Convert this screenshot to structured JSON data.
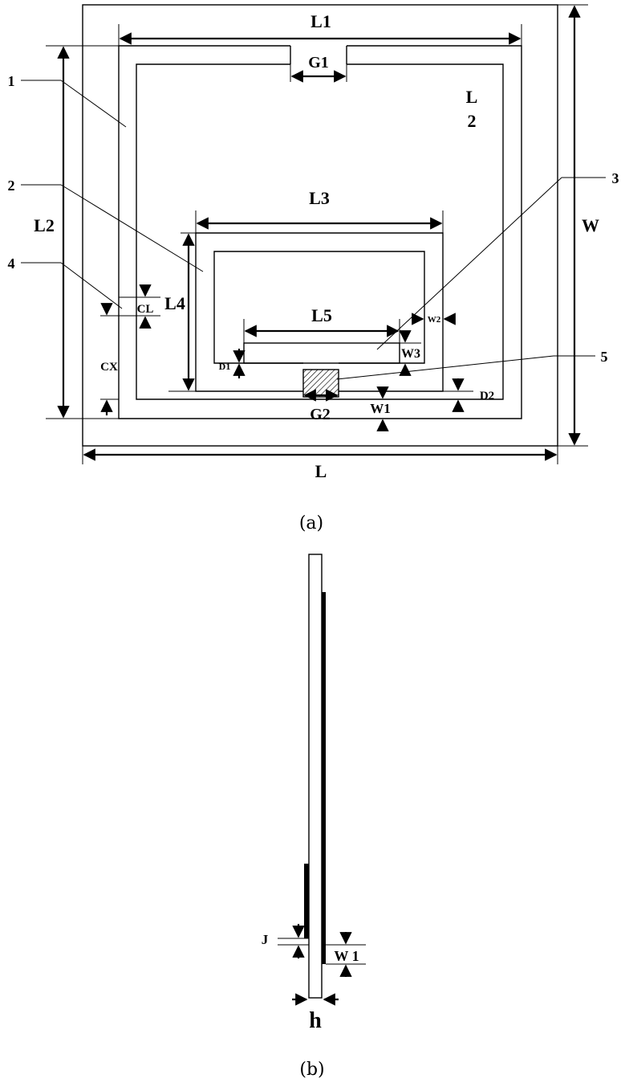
{
  "figure_a": {
    "caption": "(a)",
    "dimensions": {
      "L1": "L1",
      "G1": "G1",
      "L2_right": "L",
      "L2_right_2": "2",
      "L2_left": "L2",
      "W": "W",
      "L3": "L3",
      "L4": "L4",
      "L5": "L5",
      "CL": "CL",
      "CX": "CX",
      "W2": "W2",
      "W3": "W3",
      "D1": "D1",
      "D2": "D2",
      "G2": "G2",
      "W1": "W1",
      "L": "L"
    },
    "callouts": [
      "1",
      "2",
      "3",
      "4",
      "5"
    ]
  },
  "figure_b": {
    "caption": "(b)",
    "dimensions": {
      "J": "J",
      "W1": "W 1",
      "h": "h"
    }
  }
}
